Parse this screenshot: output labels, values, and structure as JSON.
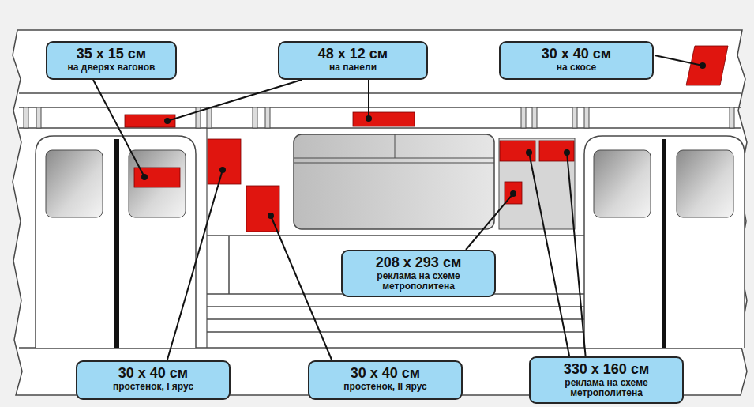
{
  "diagram": {
    "nodes": [
      {
        "text": [
          "35 x 15 см",
          "на дверях вагонов"
        ]
      },
      {
        "text": [
          "48 x 12 см",
          "на панели"
        ]
      },
      {
        "text": [
          "30 x 40 см",
          "на скосе"
        ]
      },
      {
        "text": [
          "208 x 293 см",
          "реклама на схеме метрополитена"
        ]
      },
      {
        "text": [
          "30 x 40 см",
          "простенок, I ярус"
        ]
      },
      {
        "text": [
          "30 x 40 см",
          "простенок, II ярус"
        ]
      },
      {
        "text": [
          "330 x 160 см",
          "реклама на схеме метрополитена"
        ]
      }
    ]
  }
}
